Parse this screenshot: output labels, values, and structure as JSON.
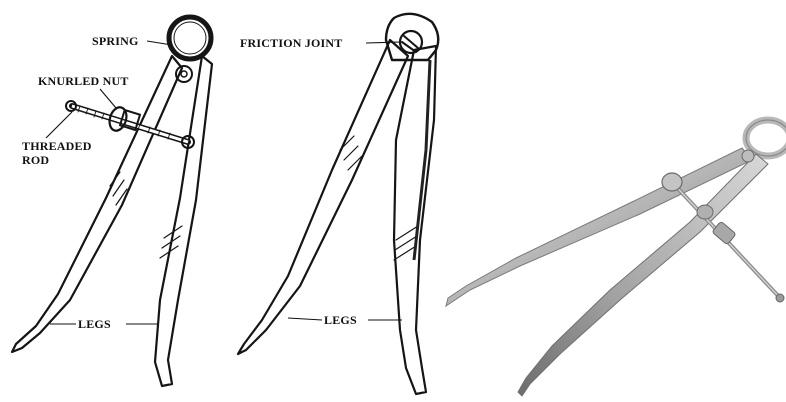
{
  "panels": [
    {
      "name": "spring-calipers-drawing",
      "labels": [
        "SPRING",
        "KNURLED NUT",
        "THREADED",
        "ROD",
        "LEGS"
      ]
    },
    {
      "name": "friction-joint-calipers-drawing",
      "labels": [
        "FRICTION JOINT",
        "LEGS"
      ]
    },
    {
      "name": "steel-calipers-photo",
      "labels": []
    }
  ],
  "colors": {
    "ink": "#151515",
    "steel_light": "#d9d9d9",
    "steel_mid": "#a9a9a9",
    "steel_dark": "#6e6e6e",
    "background": "#ffffff"
  }
}
